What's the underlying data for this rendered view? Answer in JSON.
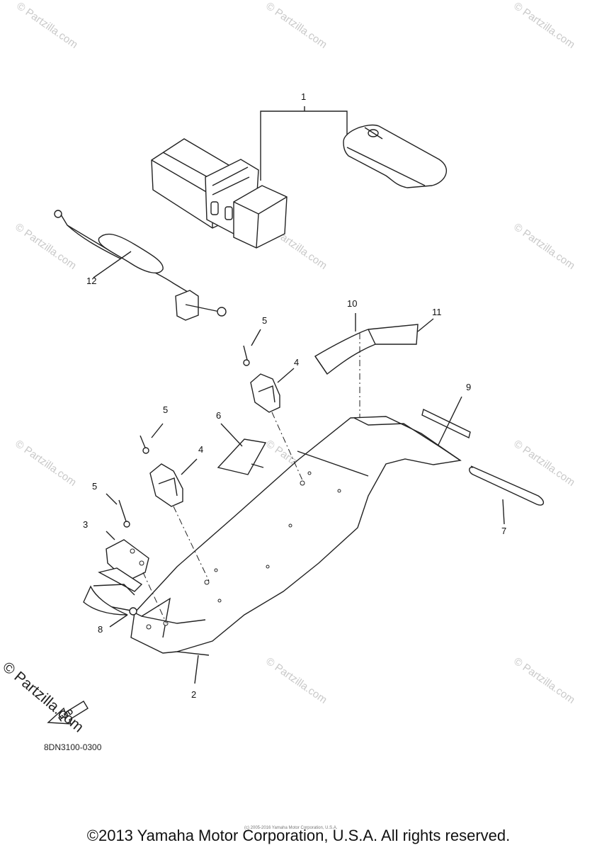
{
  "watermark": {
    "text": "© Partzilla.com",
    "large_text": "© Partzilla.com"
  },
  "callouts": [
    {
      "id": "1",
      "label": "1"
    },
    {
      "id": "2",
      "label": "2"
    },
    {
      "id": "3",
      "label": "3"
    },
    {
      "id": "4a",
      "label": "4"
    },
    {
      "id": "4b",
      "label": "4"
    },
    {
      "id": "5a",
      "label": "5"
    },
    {
      "id": "5b",
      "label": "5"
    },
    {
      "id": "5c",
      "label": "5"
    },
    {
      "id": "6",
      "label": "6"
    },
    {
      "id": "7",
      "label": "7"
    },
    {
      "id": "8",
      "label": "8"
    },
    {
      "id": "9",
      "label": "9"
    },
    {
      "id": "10",
      "label": "10"
    },
    {
      "id": "11",
      "label": "11"
    },
    {
      "id": "12",
      "label": "12"
    }
  ],
  "fwd_label": "FWD",
  "diagram_code": "8DN3100-0300",
  "small_copyright": "(c) 2005-2016 Yamaha Motor Corporation, U.S.A.",
  "copyright": "©2013 Yamaha Motor Corporation, U.S.A. All rights reserved."
}
